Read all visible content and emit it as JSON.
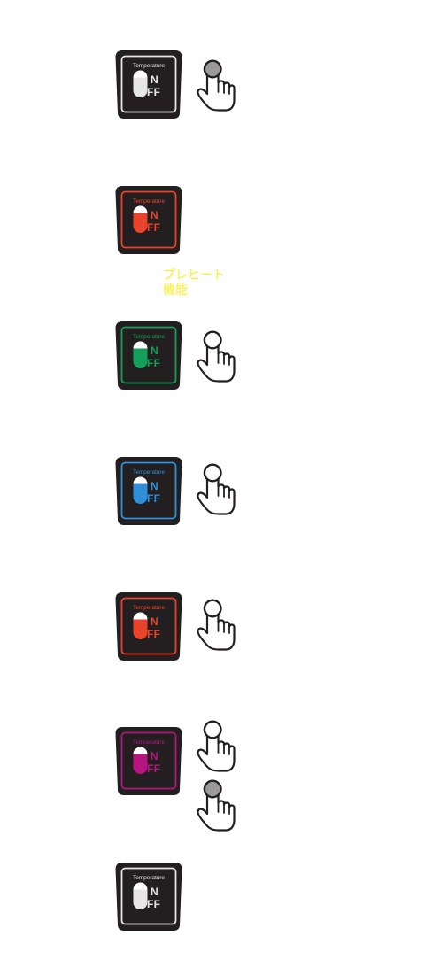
{
  "steps": [
    {
      "label": "Temperature",
      "on": "N",
      "off": "FF",
      "color": "#e6e6e6",
      "hand": "pressed"
    },
    {
      "label": "Temperature",
      "on": "N",
      "off": "FF",
      "color": "#e8442c",
      "hand": null
    },
    {
      "label": "Temperature",
      "on": "N",
      "off": "FF",
      "color": "#14a05a",
      "hand": "tap"
    },
    {
      "label": "Temperature",
      "on": "N",
      "off": "FF",
      "color": "#2f8fd8",
      "hand": "tap"
    },
    {
      "label": "Temperature",
      "on": "N",
      "off": "FF",
      "color": "#e8442c",
      "hand": "tap"
    },
    {
      "label": "Temperature",
      "on": "N",
      "off": "FF",
      "color": "#b4167e",
      "hand": "double"
    },
    {
      "label": "Temperature",
      "on": "N",
      "off": "FF",
      "color": "#e6e6e6",
      "hand": null
    }
  ],
  "preheat_note": {
    "line1": "プレヒート",
    "line2": "機能",
    "color": "#ffee22"
  },
  "colors": {
    "body": "#231f20",
    "tap_circle_fill": "#ffffff",
    "pressed_circle_fill": "#9a9a9a",
    "hand_fill": "#ffffff",
    "hand_stroke": "#231f20"
  }
}
